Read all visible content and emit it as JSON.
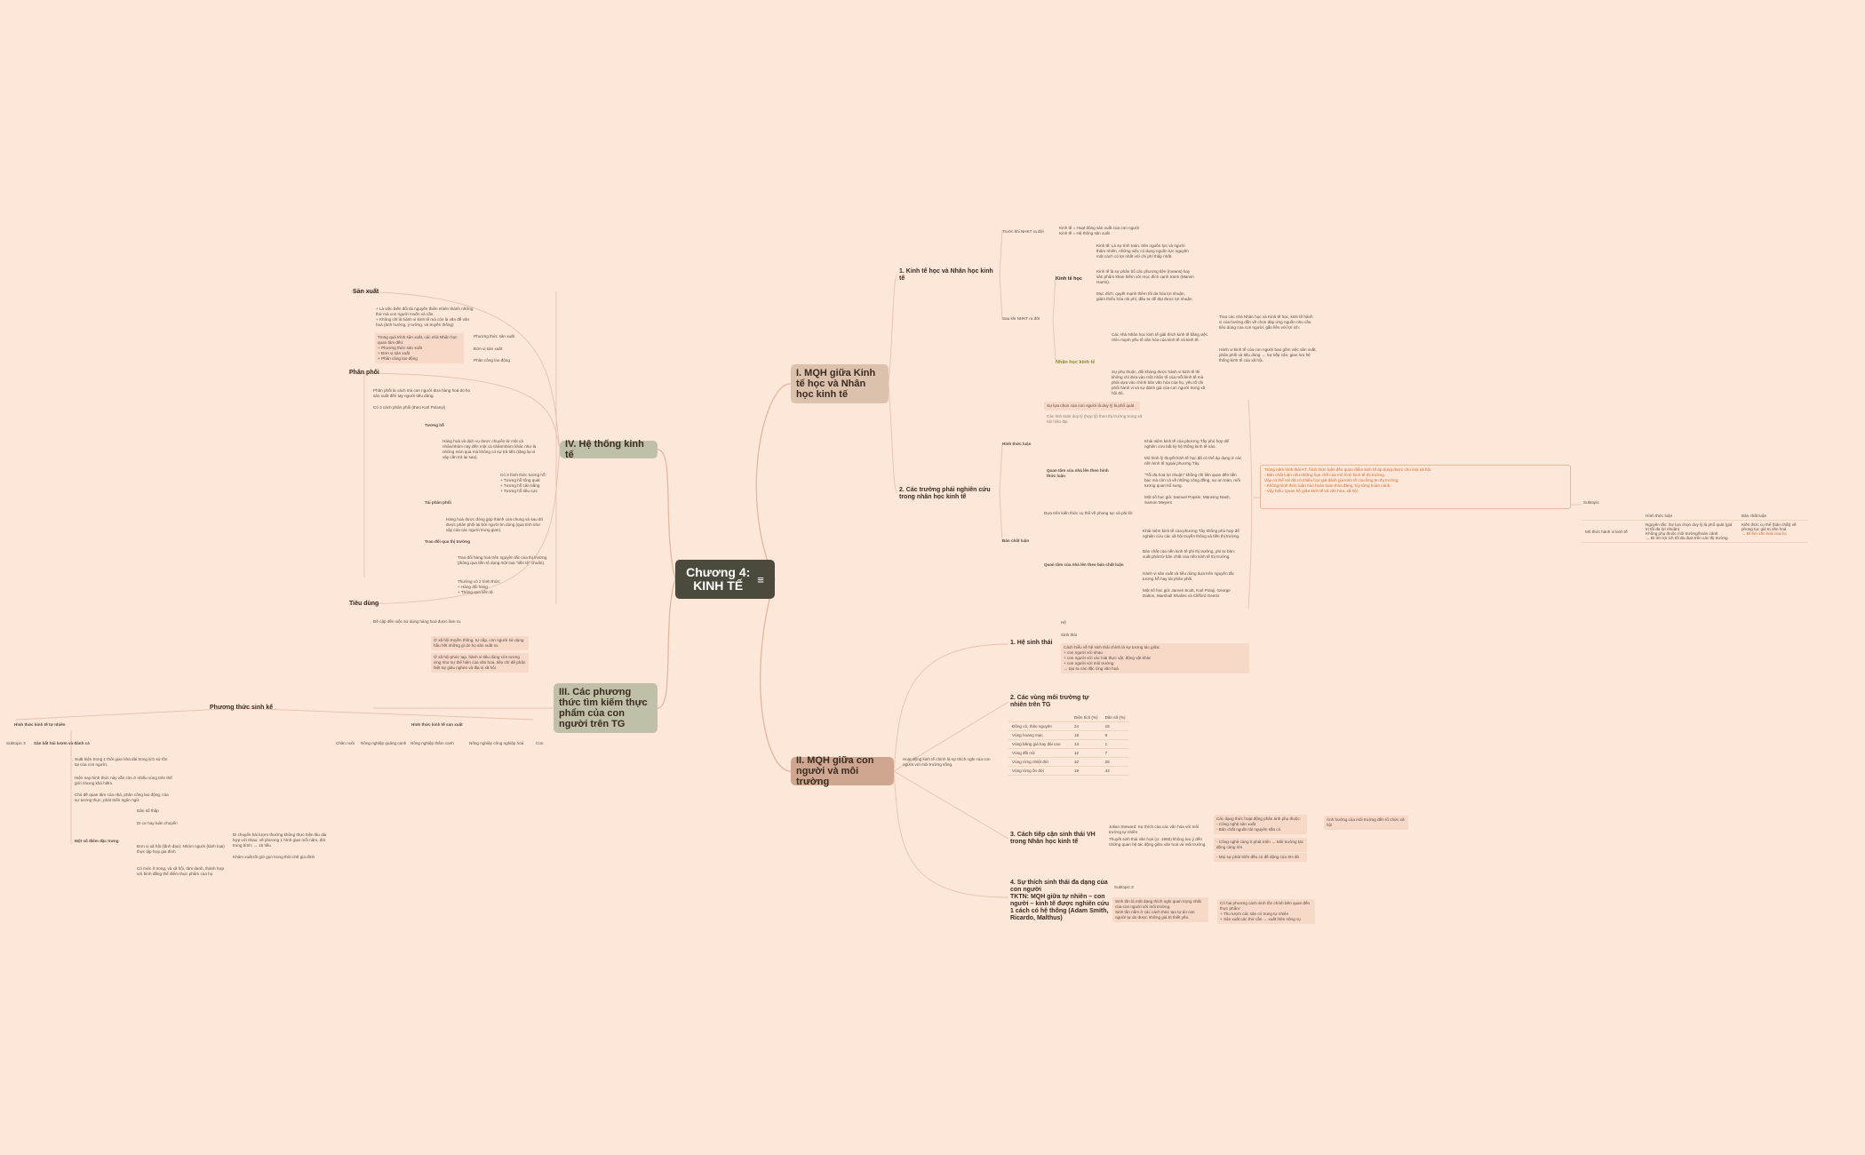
{
  "central": {
    "title": "Chương 4:\nKINH TẾ",
    "icon": "menu-icon"
  },
  "branches": {
    "b1": {
      "title": "I. MQH giữa Kinh tế học và Nhân học kinh tế",
      "s1": "1. Kinh tế học và Nhân học kinh tế",
      "s1_a": "Trước khi NHKT ra đời",
      "s1_a_text": "Kinh tế = Hoạt động sản xuất của con người\nKinh tế = Hệ thống sản xuất",
      "s1_b": "Sau khi NHKT ra đời",
      "ktb": "Kinh tế học",
      "ktb_t1": "Kinh tế: Là sự tính toán, trên nguồn lực và người thâm nhiên, những việc có dụng nguồn lực nguyên một cách có lợi nhất với chi phí thấp nhất.",
      "ktb_t2": "Kinh tế là sự phân bổ các phương tiện (means) hay sản phẩm khan hiếm với mục đích cạnh tranh (Marvin Harris).",
      "ktb_t3": "Mục đích: quyết mạnh thêm tối đa hóa lợi nhuận, giảm thiểu hóa chi phí, đầu tư để đạt được lợi nhuận.",
      "nhkt": "Nhân học kinh tế",
      "nhkt_t1": "Các nhà Nhân học kinh tế giải thích kinh tế bằng việc nhìn mạnh yếu tố văn hóa của kinh tế và kinh tế.",
      "nhkt_t2": "Trao các nhà Nhân học và Kinh tế học, kinh tế hành vi của hướng dẫn về chọn đáp ứng nguồn nhu cầu tiêu dùng của con người, gắn liền với lợi ích.",
      "nhkt_t3": "Hành vi kinh tế của con người bao gồm việc sản xuất, phân phối và tiêu dùng → Sự tiếp cận, giao lưu hệ thống kinh tế của xã hội.",
      "nhkt_t4": "Sự phụ thuộc, đối kháng được hành vi kinh tế thì không chỉ đưa vào một nhân tố của mỗi kinh tế mà phải dựa vào chính bản văn hóa của họ, yếu tố chi phối hành vi và sự đánh giá của con người trong xã hội đó.",
      "s2": "2. Các trường phái nghiên cứu trong nhân học kinh tế",
      "htl": "Hình thức luận",
      "htl_t1": "Sự lựa chọn của con người là duy lý là phổ quát",
      "htl_t2": "Các tính toán duy lý (hợp lý) theo thị trường trong xã hội hiện đại",
      "qd_htl": "Quan tâm của nhà lên theo hình thức luận",
      "qd_htl_t1": "Khái niệm kinh tế của phương Tây phù hợp để nghiên cứu bất kỳ hệ thống kinh tế nào.",
      "qd_htl_t2": "Mô hình lý thuyết kinh tế học đã có thể áp dụng ở các nền kinh tế ngoài phương Tây.",
      "qd_htl_t3": "\"Tối đa hoá lợi nhuận\" không chỉ liên quan đến tiền bạc mà còn cả về những công đồng, sự an toàn, mối tương quan bổ sung.",
      "qd_htl_t4": "Một số học giả: Samuel Popkin, Manning Nash, Samon Meyers",
      "bcl": "Bản chất luận",
      "bcl_t1": "Dựa trên kiến thức cụ thể về phong tục và phi lời",
      "qd_bcl": "Quan tâm của nhà lên theo bản chất luận",
      "qd_bcl_t1": "Khái niệm kinh tế của phương Tây không phù hợp để nghiên cứu các xã hội truyền thống và tiền thị trường.",
      "qd_bcl_t2": "Bản chất của nền kinh tế phi thị trường, phi tư bản: xuất phát từ bản chất của nền kinh tế thị trường.",
      "qd_bcl_t3": "Hành vi sản xuất và tiêu dùng dựa trên nguyên tắc tương hỗ hay tái phân phối.",
      "qd_bcl_t4": "Một số học giả: James Scott, Karl Polaji, George Dalton, Marshall Shalins và Clifford Geertz",
      "summary": "Trong năm hình thái KT, hình thức luận đều quan điểm kinh tế áp dụng được cho mọi xã hội.\n- Bản chất luận nêu những hạn chế của mô hình kinh tế thị trường.\nVậy có thể nói đã có nhiều học giả đánh giá kinh tế của lòng tin thị trường.\n- Không hình thức luận nào hoàn toàn thỏa đáng, tùy từng hoàn cảnh.\n- Vậy hiểu: Quan hệ giữa kinh tế và văn hóa, xã hội.",
      "subtopic_r": "Subtopic",
      "cmp_h1": "Hình thức luận",
      "cmp_h2": "Bản chất luận",
      "cmp_row_label": "Mô thức hành vi kinh tế",
      "cmp_c1a": "Nguyên tắc: Sự lựa chọn duy lý là phổ quát (giá trị tối đa lợi nhuận)",
      "cmp_c1b": "Không phụ thuộc môi trường/hoàn cảnh",
      "cmp_c1c": "→ Đi tìm lợi ích tối đa dựa trên các thị trường",
      "cmp_c2a": "Kiến thức cụ thể (bản chất) về phong tục giá trị văn hoá",
      "cmp_c2b": "→ Đi tìm văn hoá của họ"
    },
    "b2": {
      "title": "II. MQH giữa con người và môi trường",
      "intro": "Hoạt động kinh tế chính là sự thích nghi của con người với môi trường sống.",
      "s1": "1. Hệ sinh thái",
      "s1_t1": "Hệ",
      "s1_t2": "Sinh thái",
      "s1_t3": "Cách hiểu về hệ sinh thái chính là sự tương tác giữa:\n+ con người với nhau\n+ con người với các loài thực vật, động vật khác\n+ con người với môi trường\n→ tạo ra các đặc ứng văn hoá",
      "s2": "2. Các vùng môi trường tự nhiên trên TG",
      "tbl_h1": "Diện tích (%)",
      "tbl_h2": "Dân số (%)",
      "tbl_rows": [
        [
          "Đồng cỏ, thảo nguyên",
          "24",
          "15"
        ],
        [
          "Vùng hoang mạc",
          "18",
          "6"
        ],
        [
          "Vùng băng giá hay đài cao",
          "14",
          "1"
        ],
        [
          "Vùng đồi núi",
          "12",
          "7"
        ],
        [
          "Vùng rừng nhiệt đới",
          "10",
          "28"
        ],
        [
          "Vùng rừng ôn đới",
          "19",
          "43"
        ]
      ],
      "s3": "3. Cách tiếp cận sinh thái VH trong Nhân học kinh tế",
      "s3_a": "Julian Steward: Sự thích của các văn hóa với môi trường tự nhiên",
      "s3_a2": "Thuyết sinh thái văn hoá (cr. 1950) không lưu ý đến những quan hệ tác động giữa văn hoá và môi trường.",
      "s3_b": "Các dạng thức hoạt động phản ánh phụ thuộc:\n- Công nghệ sản xuất\n- Bản chất nguồn tài nguyên sẵn có",
      "s3_c": "- Công nghệ càng ít phát triển → Môi trường tác động càng lớn",
      "s3_d": "- Mọi sự phát triển đều có đề động của XH đó",
      "s3_e": "Ảnh hưởng của môi trường đến tổ chức xã hội",
      "s4": "4. Sự thích sinh thái đa dạng của con người\nTKTN: MQH giữa tự nhiên – con người – kinh tế được nghiên cứu 1 cách có hệ thống (Adam Smith, Ricardo, Malthus)",
      "s4_sub": "Subtopic 3",
      "s4_t1": "Sinh tồn là một dạng thích nghi quan trọng nhất của con người với môi trường.\nSinh tồn nằm ở các cách thức tạo tự do con người tự do được những giá trị thiết yếu.",
      "s4_t2": "Có hai phương cách sinh tồn chính bên quan đến thực phẩm:\n+ Thu lượm các sản có trong tự nhiên\n+ Sản xuất các thứ cần → xuất hiện nông cụ"
    },
    "b3": {
      "title": "III. Các phương thức tìm kiếm thực phẩm của con người trên TG",
      "pt": "Phương thức sinh kế",
      "left": "Hình thức kinh tế tự nhiên",
      "right": "Hình thức kinh tế sản xuất",
      "sub3": "Subtopic 3",
      "sbhl": "Săn bắt hái lượm và đánh cá",
      "sbhl_t1": "Xuất hiện trong 1 thời gian khá dài trong lịch sử tồn tại của con người.",
      "sbhl_t2": "Hiện nay hình thức này vẫn còn ở nhiều vùng trên thế giới nhưng khá hiếm.",
      "sbhl_t3": "Chú đề quan tâm của nhà, phân công lao động, của sự tương thực, phát triển ngôn ngữ.",
      "md": "Một số điểm đặc trưng",
      "md_t1": "Dân số thấp",
      "md_t2": "Di cư hay luân chuyển",
      "md_t3": "Đơn vị xã hội (lãnh đạo): Nhóm người (lành loại) thực lập hợp gia đình",
      "md_t3a": "Di chuyển hái lượm thường không thực hiện lâu dài hợp với nhau: về phương 1 hình gian mỗi năm, đời trung bình: → 15 tiếu",
      "md_t3b": "Khám xuất tối giờ gọn trong thời chế gia đình",
      "md_t4": "Có mức ít trong, và xã hội, tâm danh, thành hợp với bình đẳng thể điểm thực phẩm của họ",
      "r_items": [
        "Chăn nuôi",
        "Nông nghiệp quảng canh",
        "Nông nghiệp thâm canh",
        "Nông nghiệp công nghiệp hoá",
        "Con"
      ]
    },
    "b4": {
      "title": "IV. Hệ thống kinh tế",
      "sx": "Sản xuất",
      "sx_t1": "+ Là việc biến đổi tài nguyên thiên nhiên thành những thứ mà con người muốn và cần.\n+ Không chỉ là hành vi kinh tế mà còn là văn đề văn hoá (ảnh hưởng, ý tưởng, và truyền thống)",
      "sx_t2": "Trong quá trình sản xuất, các nhà Nhân học quan tâm đến:\n+ Phương thức sản xuất\n+ Đơn vị sản xuất\n+ Phân công lao động",
      "sx_t2a": "Phương thức sản xuất",
      "sx_t2b": "Đơn vị sản xuất",
      "sx_t2c": "Phân công lao động",
      "pp": "Phân phối",
      "pp_t1": "Phân phối là cách mà con người đưa hàng hoá do họ sản xuất đến tay người tiêu dùng.",
      "pp_t2": "Có 3 cách phân phối (theo Karl Polanyi)",
      "th": "Tương hỗ",
      "th_t1": "Hàng hoá và dịch vụ được chuyển từ một cá nhân/nhóm này đến một cá nhân/nhóm khác như là những món quà mà không có sự trả tiền (tặng lại vì vậy cần trả lại sau).",
      "th_t2": "Có 3 hình thức tương hỗ:\n+ Tương hỗ tổng quát\n+ Tương hỗ cân bằng\n+ Tương hỗ tiêu cực",
      "tpp": "Tái phân phối",
      "tpp_t1": "Hàng hoá được đóng góp thành của chung và sau đó được phân phối lại bởi người tin dùng (qua tính như vậy của các người trung gian).",
      "tdqtt": "Trao đổi qua thị trường",
      "tdqtt_t1": "Trao đổi hàng hoá trên nguyên tắc của thị trường (thông qua tiền tệ dụng một loại \"tiền tệ\" chuẩn).",
      "tdqtt_t2": "Thường có 2 hình thức:\n+ Hàng đổi hàng\n+ Thông qua tiền tệ",
      "td": "Tiêu dùng",
      "td_t1": "Đề cập đến việc sử dụng hàng hoá được làm ra.",
      "td_t2": "Ở xã hội truyền thống, tự cấp, con người sử dụng hầu hết những gì do họ sản xuất ra.",
      "td_t3": "Ở xã hội phức tạp, hành vi tiêu dùng còn tương ứng như sự thể hiện của văn hoá, tiêu chí để phân biệt sự giàu nghèo và địa vị xã hội."
    }
  }
}
